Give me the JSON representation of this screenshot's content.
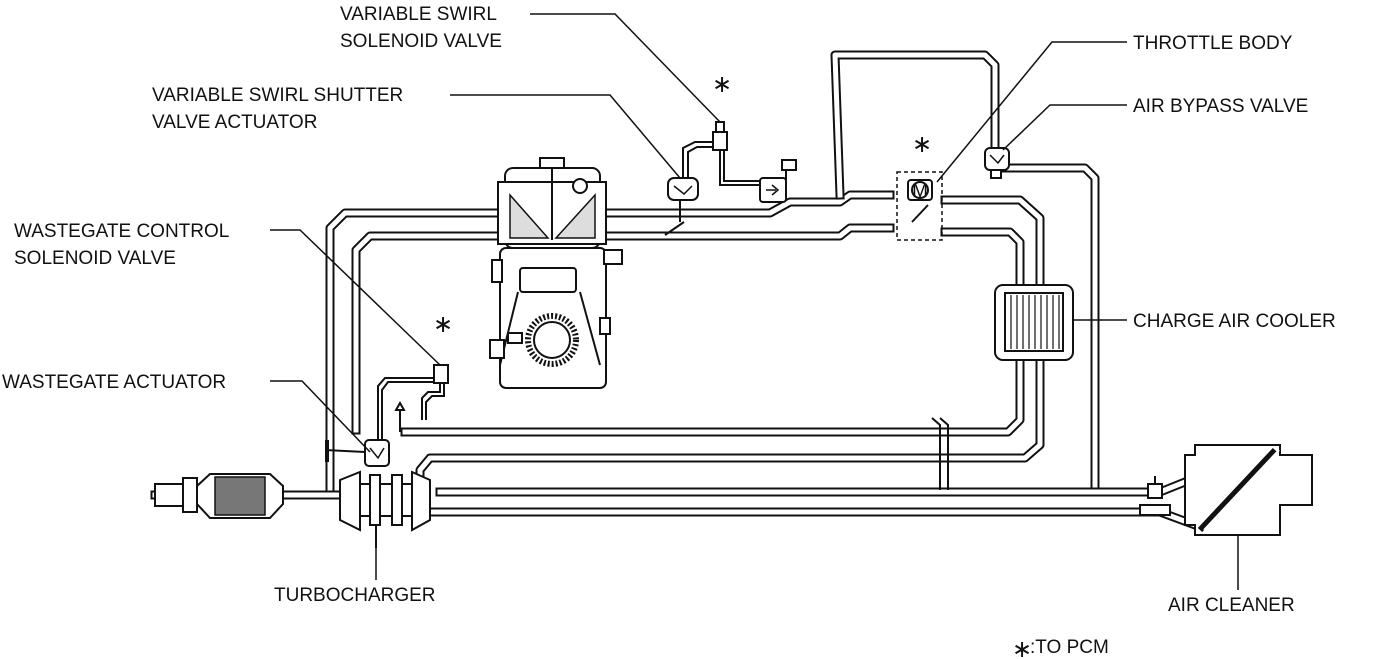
{
  "labels": {
    "variable_swirl_solenoid_valve": [
      "VARIABLE SWIRL",
      "SOLENOID VALVE"
    ],
    "variable_swirl_shutter_valve_actuator": [
      "VARIABLE SWIRL SHUTTER",
      "VALVE ACTUATOR"
    ],
    "throttle_body": "THROTTLE BODY",
    "air_bypass_valve": "AIR BYPASS VALVE",
    "wastegate_control_solenoid_valve": [
      "WASTEGATE CONTROL",
      "SOLENOID VALVE"
    ],
    "charge_air_cooler": "CHARGE AIR COOLER",
    "wastegate_actuator": "WASTEGATE ACTUATOR",
    "turbocharger": "TURBOCHARGER",
    "air_cleaner": "AIR CLEANER",
    "motor_symbol": "M",
    "asterisk": "∗",
    "legend_text": ":TO PCM"
  }
}
